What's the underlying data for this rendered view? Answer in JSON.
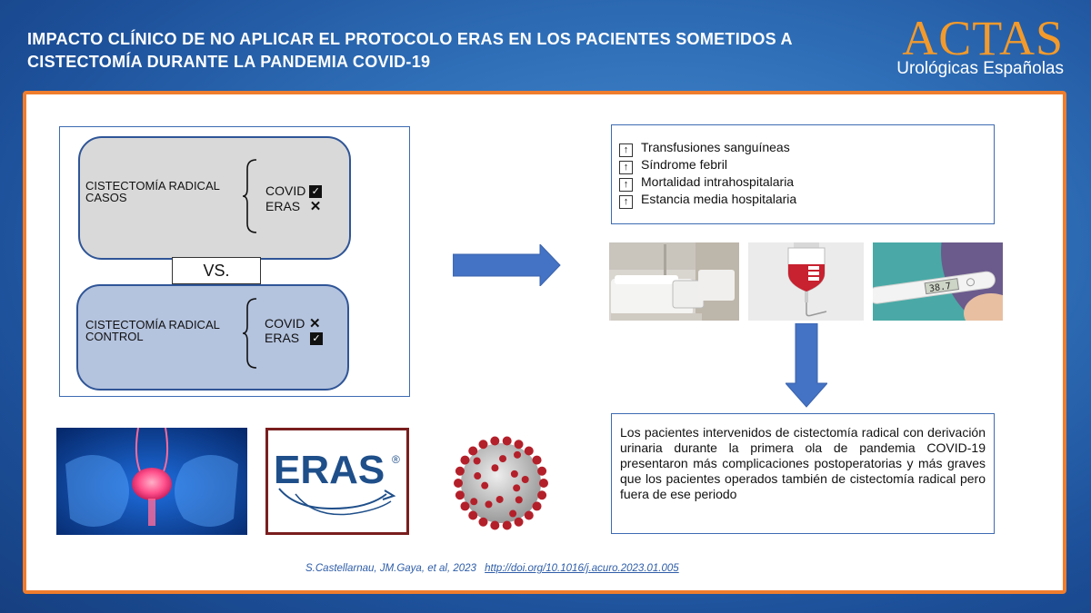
{
  "header": {
    "title_line1": "IMPACTO CLÍNICO DE NO APLICAR EL PROTOCOLO ERAS EN LOS PACIENTES SOMETIDOS A",
    "title_line2": "CISTECTOMÍA DURANTE LA PANDEMIA COVID-19"
  },
  "logo": {
    "main": "ACTAS",
    "sub": "Urológicas Españolas"
  },
  "comparison": {
    "cases": {
      "line1": "CISTECTOMÍA  RADICAL",
      "line2": "CASOS",
      "covid": "COVID",
      "eras": "ERAS",
      "covid_mark": "check",
      "eras_mark": "x"
    },
    "vs": "VS.",
    "control": {
      "line1": "CISTECTOMÍA  RADICAL",
      "line2": "CONTROL",
      "covid": "COVID",
      "eras": "ERAS",
      "covid_mark": "x",
      "eras_mark": "check"
    }
  },
  "results": {
    "arrow_symbol": "↑",
    "items": [
      "Transfusiones  sanguíneas",
      "Síndrome  febril",
      "Mortalidad  intrahospitalaria",
      "Estancia  media  hospitalaria"
    ]
  },
  "images": {
    "bed": "hospital-bed",
    "blood": "blood-bag",
    "thermo": "thermometer",
    "thermo_reading": "38.7",
    "bladder": "bladder-anatomy",
    "eras_logo": "ERAS",
    "eras_reg": "®",
    "virus": "coronavirus"
  },
  "conclusion": "Los pacientes intervenidos de cistectomía radical con derivación urinaria durante la primera ola de pandemia COVID-19 presentaron más complicaciones postoperatorias y más graves que los pacientes operados también de cistectomía radical pero fuera de ese periodo",
  "citation": {
    "authors": "S.Castellarnau,  JM.Gaya,  et  al,  2023",
    "url": "http://doi.org/10.1016/j.acuro.2023.01.005"
  },
  "colors": {
    "accent": "#ef7d2d",
    "border_blue": "#3d6bb3",
    "arrow_blue": "#4472c4"
  }
}
